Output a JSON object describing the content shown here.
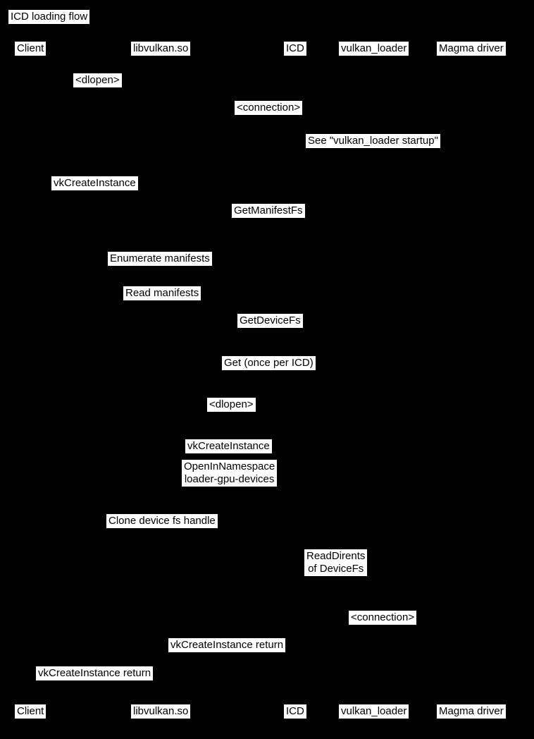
{
  "title": "ICD loading flow",
  "colors": {
    "background": "#000000",
    "label_bg": "#ffffff",
    "label_text": "#000000"
  },
  "participants": {
    "client": "Client",
    "libvulkan": "libvulkan.so",
    "icd": "ICD",
    "vulkan_loader": "vulkan_loader",
    "magma": "Magma driver"
  },
  "messages": {
    "dlopen1": "<dlopen>",
    "connection1": "<connection>",
    "note_startup": "See \"vulkan_loader startup\"",
    "vkcreateinstance1": "vkCreateInstance",
    "getmanifestfs": "GetManifestFs",
    "enumerate_manifests": "Enumerate manifests",
    "read_manifests": "Read manifests",
    "getdevicefs": "GetDeviceFs",
    "get_once_per_icd": "Get (once per ICD)",
    "dlopen2": "<dlopen>",
    "vkcreateinstance2": "vkCreateInstance",
    "openinnamespace": "OpenInNamespace\nloader-gpu-devices",
    "clone_device_fs": "Clone device fs handle",
    "readdirents": "ReadDirents\nof DeviceFs",
    "connection2": "<connection>",
    "vkcreateinstance_return1": "vkCreateInstance return",
    "vkcreateinstance_return2": "vkCreateInstance return"
  }
}
